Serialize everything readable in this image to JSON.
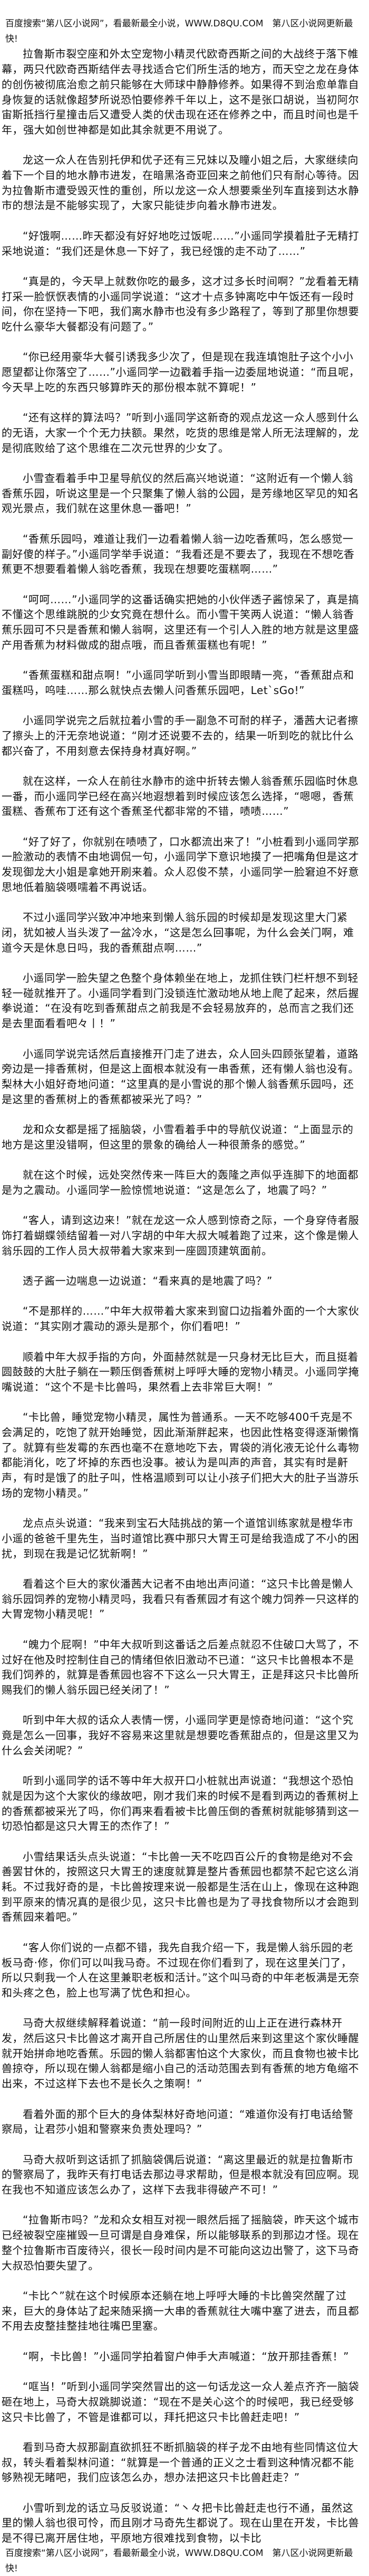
{
  "banner": {
    "text": "百度搜索“第八区小说网”，看最新最全小说，WWW.D8QU.COM　第八区小说网更新最快!"
  },
  "footer": {
    "text": "百度搜索“第八区小说网”，看最新最全小说，WWW.D8QU.COM　第八区小说网更新最快!"
  },
  "paragraphs": [
    "拉鲁斯市裂空座和外太空宠物小精灵代欧奇西斯之间的大战终于落下帷幕，两只代欧奇西斯结伴去寻找适合它们所生活的地方，而天空之龙在身体的创伤被彻底治愈之前只能够在大师球中静静修养。如果得不到治愈单靠自身恢复的话就像超梦所说恐怕要修养千年以上，这不是张口胡说，当初阿尔宙斯抵挡行星撞击后又遭受人类的伏击现在还在修养之中，而且时间也是千年，强大如创世神都是如此其余就更不用说了。",
    "龙这一众人在告别托伊和优子还有三兄妹以及瞳小姐之后，大家继续向着下一个目的地水静市进发，在暗黑洛奇亚回来之前他们只有耐心等待。因为拉鲁斯市遭受毁灭性的重创，所以龙这一众人想要乘坐列车直接到达水静市的想法是不能够实现了，大家只能徒步向着水静市进发。",
    "“好饿啊……昨天都没有好好地吃过饭呢……”小遥同学摸着肚子无精打采地说道：“我们还是休息一下好了，我已经饿的走不动了……”",
    "“真是的，今天早上就数你吃的最多，这才过多长时间啊？”龙看着无精打采一脸恹恹表情的小遥同学说道：“这才十点多钟离吃中午饭还有一段时间，你在坚持一下吧，我们离水静市也没有多少路程了，等到了那里你想要吃什么豪华大餐都没有问题了。”",
    "“你已经用豪华大餐引诱我多少次了，但是现在我连填饱肚子这个小小愿望都让你落空了……”小遥同学一边戳着手指一边委屈地说道：“而且呢，今天早上吃的东西只够算昨天的那份根本就不算呢！”",
    "“还有这样的算法吗？”听到小遥同学这新奇的观点龙这一众人感到什么的无语，大家一个个无力扶额。果然，吃货的思维是常人所无法理解的，龙是彻底败给了这个思维在二次元世界的少女了。",
    "小雪查看着手中卫星导航仪的然后高兴地说道：“这附近有一个懒人翁香蕉乐园，听说这里是一个只聚集了懒人翁的公园，是芳缘地区罕见的知名观光景点，我们就在这里休息一番吧！”",
    "“香蕉乐园吗，难道让我们一边看着懒人翁一边吃香蕉吗，怎么感觉一副好傻的样子。”小遥同学举手说道：“我看还是不要去了，我现在不想吃香蕉更不想要看着懒人翁吃香蕉，我现在想要吃蛋糕啊……”",
    "“呵呵……”小遥同学的这番话确实把她的小伙伴透子酱惊呆了，真是搞不懂这个思维跳脱的少女究竟在想什么。而小雪干笑两人说道：“懒人翁香蕉乐园可不只是香蕉和懒人翁啊，这里还有一个引人入胜的地方就是这里盛产用香蕉为材料做成的甜点哦，而且香蕉蛋糕也有呢！”",
    "“香蕉蛋糕和甜点啊！”小遥同学听到小雪当即眼睛一亮，“香蕉甜点和蛋糕吗，呜哇……那么就快点去懒人问香蕉乐园吧，Let`sGo!”",
    "小遥同学说完之后就拉着小雪的手一副急不可耐的样子，潘茜大记者擦了擦头上的汗无奈地说道：“刚才还说要不去的，结果一听到吃的就比什么都兴奋了，不用刻意去保持身材真好啊。”",
    "就在这样，一众人在前往水静市的途中折转去懒人翁香蕉乐园临时休息一番，而小遥同学已经在高兴地遐想着到时候应该怎么选择，“嗯嗯，香蕉蛋糕、香蕉布丁还有这个香蕉圣代都非常的不错，啧啧……”",
    "“好了好了，你就别在啧啧了，口水都流出来了！”小桩看到小遥同学那一脸激动的表情不由地调侃一句，小遥同学下意识地摸了一把嘴角但是这才发现御龙大小姐是拿她开刷来着。众人忍俊不禁，小遥同学一脸窘迫不好意思地低着脑袋嗫嚅着不再说话。",
    "不过小遥同学兴致冲冲地来到懒人翁乐园的时候却是发现这里大门紧闭，犹如被人当头泼了一盆冷水，“这是怎么回事呢，为什么会关门啊，难道今天是休息日吗，我的香蕉甜点啊……”",
    "小遥同学一脸失望之色整个身体赖坐在地上，龙抓住铁门栏杆想不到轻轻一碰就推开了。小遥同学看到门没锁连忙激动地从地上爬了起来，然后握拳说道：“在没有吃到香蕉甜点之前我是不会轻易放弃的，总而言之我们还是去里面看看吧々丨！”",
    "小遥同学说完话然后直接推开门走了进去，众人回头四顾张望着，道路旁边是一排香蕉树，但是这上面根本就没有一串香蕉，还有懒人翁也没有。梨林大小姐好奇地问道：“这里真的是小雪说的那个懒人翁香蕉乐园吗，还是这里的香蕉树上的香蕉都被采光了吗？”",
    "龙和众女都是摇了摇脑袋，小雪看着手中的导航仪说道：“上面显示的地方是这里没错啊，但这里的景象的确给人一种很萧条的感觉。”",
    "就在这个时候，远处突然传来一阵巨大的轰隆之声似乎连脚下的地面都是为之震动。小遥同学一脸惊慌地说道：“这是怎么了，地震了吗？”",
    "“客人，请到这边来！”就在龙这一众人感到惊奇之际，一个身穿侍者服饰打着蝴蝶领结留着一对八字胡的中年大叔大喊着跑了过来，这个像是懒人翁乐园的工作人员大叔带着大家来到一座圆顶建筑面前。",
    "透子酱一边喘息一边说道：“看来真的是地震了吗？”",
    "“不是那样的……”中年大叔带着大家来到窗口边指着外面的一个大家伙说道：“其实刚才震动的源头是那个，你们看吧！”",
    "顺着中年大叔手指的方向，外面赫然就是一只身材无比巨大，而且挺着圆鼓鼓的大肚子躺在一颗压倒香蕉树上呼呼大睡的宠物小精灵。小遥同学掩嘴说道：“这个不是卡比兽吗，果然看上去非常巨大啊！”",
    "“卡比兽，睡觉宠物小精灵，属性为普通系。一天不吃够400千克是不会满足的，吃饱了就开始睡觉，因此渐渐胖起来，也因此性格变得逐渐懒惰了。就算有些发霉的东西也毫不在意地吃下去，胃袋的消化液无论什么毒物都能消化，吃了坏掉的东西也没事。被认为是叫声的声音，其实有时是鼾声，有时是饿了的肚子叫，性格温顺到可以让小孩子们把大大的肚子当游乐场的宠物小精灵。”",
    "龙点点头说道：“我来到宝石大陆挑战的第一个道馆训练家就是橙华市小遥的爸爸千里先生，当时道馆比赛中那只大胃王可是给我造成了不小的困扰，到现在我是记忆犹新啊！”",
    "看着这个巨大的家伙潘茜大记者不由地出声问道：“这只卡比兽是懒人翁乐园饲养的宠物小精灵吗，我看只有香蕉园才有这个魄力饲养一只这样的大胃宠物小精灵呢！”",
    "“魄力个屁啊！”中年大叔听到这番话之后差点就忍不住破口大骂了，不过好在他及时控制住自己的情绪但依旧激动不已道：“这只卡比兽根本不是我们饲养的，就算是香蕉园也容不下这么一只大胃王，正是拜这只卡比兽所赐我们的懒人翁乐园已经关闭了！”",
    "听到中年大叔的话众人表情一愣，小遥同学更是惊奇地问道：“这个究竟是怎么一回事，我好不容易来这里就是想要吃香蕉甜点的，但是这里又为什么会关闭呢？”",
    "听到小遥同学的话不等中年大叔开口小桩就出声说道：“我想这个恐怕就是因为这个大家伙的缘故吧，刚才我们来的时候不是看到两边的香蕉树上的香蕉都被采光了吗，你们再来看看被卡比兽压倒的香蕉树就能够猜到这一切恐怕都是这只大胃王的杰作了！”",
    "小雪结果话头点头说道：“卡比兽一天不吃四百公斤的食物是绝对不会善罢甘休的，按照这只大胃王的速度就算是整片香蕉园也都禁不起它这么消耗。不过我好奇的是，卡比兽按理来说一般都是生活在山上，像现在这种跑到平原来的情况真的是很少见，这只卡比兽也是为了寻找食物所以才会跑到香蕉园来着吧。”",
    "“客人你们说的一点都不错，我先自我介绍一下，我是懒人翁乐园的老板马奇·修，你们可以叫我马奇。不过现在你们看到了，现在这里关门了，所以只剩我一个人在这里兼职老板和活计。”这个叫马奇的中年老板满是无奈和头疼之色，脸上也写满了忧色和担心。",
    "马奇大叔继续解释着说道：“前一段时间附近的山上正在进行森林开发，然后这只卡比兽这才离开自己所居住的山里然后来到这里这个家伙睡醒就开始拼命地吃香蕉。乐园的懒人翁都害怕这个大家伙，而且食物也被卡比兽掠夺，所以现在懒人翁都是缩小自己的活动范围去到有香蕉的地方龟缩不出来，不过这样下去也不是长久之策啊！”",
    "看着外面的那个巨大的身体梨林好奇地问道：“难道你没有打电话给警察局，让君莎小姐和警察来负责处理吗？”",
    "马奇大叔听到这话抓了抓脑袋偶后说道：“离这里最近的就是拉鲁斯市的警察局了，我昨天有打电话去那边寻求帮助，但是根本就没有回应啊。现在我也不知道应该怎么办了，这样下去我非得破产不可！”",
    "“拉鲁斯市吗？”龙和众女相互对视一眼然后摇了摇脑袋，昨天这个城市已经被裂空座摧毁一旦可谓是自身难保，所以能够联系的到那边才怪。现在整个拉鲁斯市百废待兴，很长一段时间内是不可能向这边出警了，这下马奇大叔恐怕要失望了。",
    "“卡比^”就在这个时候原本还躺在地上呼呼大睡的卡比兽突然醒了过来，巨大的身体站了起来随采摘一大串的香蕉就往大嘴中塞了进去，而且都不用去皮整挂整挂地往嘴巴里塞。",
    "“啊，卡比兽！”小遥同学拍着窗户伸手大声喊道：“放开那挂香蕉！”",
    "“哐当！”听到小遥同学突然冒出的这一句话龙这一众人差点齐齐一脑袋砸在地上，马奇大叔跳脚说道：“现在不是关心这个的时候吧，我已经受够这只卡比兽了，不管是谁都可以，拜托把这只卡比兽赶走吧！”",
    "看到马奇大叔那副直欲抓狂不断抓脑袋的样子龙不由地有些同情这位大叔，转头看着梨林问道：“就算是一个普通的正义之士看到这种情况都不能够熟视无睹吧，我们应该怎么办，想办法把这只卡比兽赶走？”",
    "小雪听到龙的话立马反驳说道：“丶々把卡比兽赶走也行不通，虽然这里的懒人翁也很可怜，而且刚才马奇先生都说了。现在山里在开发，卡比兽是不得已离开居住地，平原地方很难找到食物，以卡比"
  ]
}
